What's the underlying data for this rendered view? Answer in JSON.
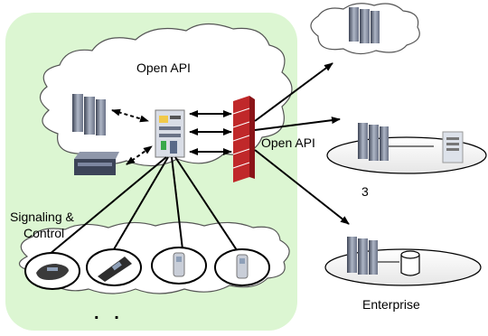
{
  "labels": {
    "open_api_cloud": "Open API",
    "open_api_firewall": "Open API",
    "signaling_line1": "Signaling &",
    "signaling_line2": "Control",
    "site_number": "3",
    "enterprise": "Enterprise",
    "dots": ".   ."
  },
  "colors": {
    "network_region": "#dcf6d2",
    "cloud_fill": "#ffffff",
    "cloud_stroke": "#555555",
    "firewall": "#c0282a",
    "server_dark": "#5c6478",
    "server_light": "#c8cfdb",
    "connector": "#000000"
  },
  "icons": {
    "application_servers": "server-rack-icon",
    "storage": "storage-unit-icon",
    "gateway": "gateway-server-icon",
    "firewall": "brick-firewall-icon",
    "devices": "handset-device-icon",
    "database": "database-cylinder-icon"
  }
}
